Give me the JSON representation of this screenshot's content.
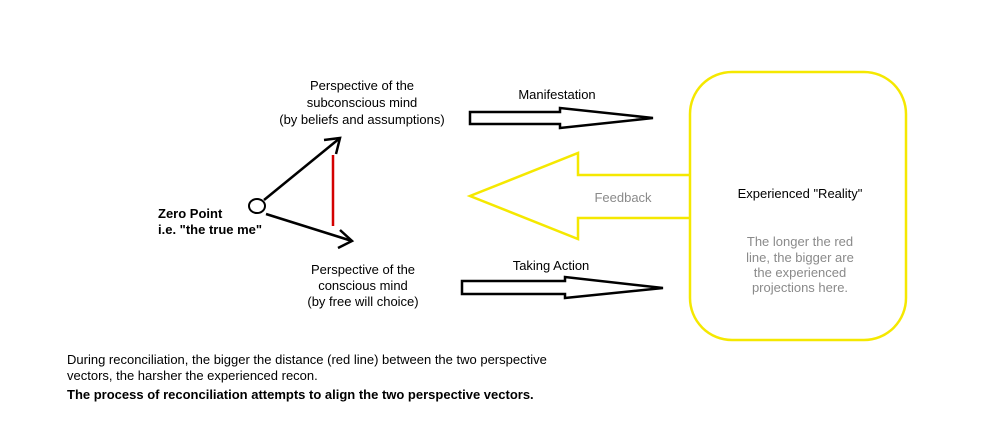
{
  "origin": {
    "title": "Zero Point",
    "subtitle": "i.e. \"the true me\""
  },
  "subconscious": {
    "line1": "Perspective of the",
    "line2": "subconscious mind",
    "line3": "(by beliefs and assumptions)"
  },
  "conscious": {
    "line1": "Perspective of the",
    "line2": "conscious mind",
    "line3": "(by free will choice)"
  },
  "arrows": {
    "manifestation": "Manifestation",
    "taking_action": "Taking Action",
    "feedback": "Feedback"
  },
  "reality": {
    "title": "Experienced \"Reality\"",
    "note1": "The longer the red",
    "note2": "line, the bigger are",
    "note3": "the experienced",
    "note4": "projections here."
  },
  "notes": {
    "line1": "During reconciliation, the bigger the distance (red line) between the two perspective",
    "line2": "vectors, the harsher the experienced recon.",
    "line3": "The process of reconciliation attempts to align the two perspective vectors."
  },
  "colors": {
    "red_line": "#d40000",
    "highlight_yellow": "#f5e800",
    "muted_text": "#8a8a8a"
  }
}
